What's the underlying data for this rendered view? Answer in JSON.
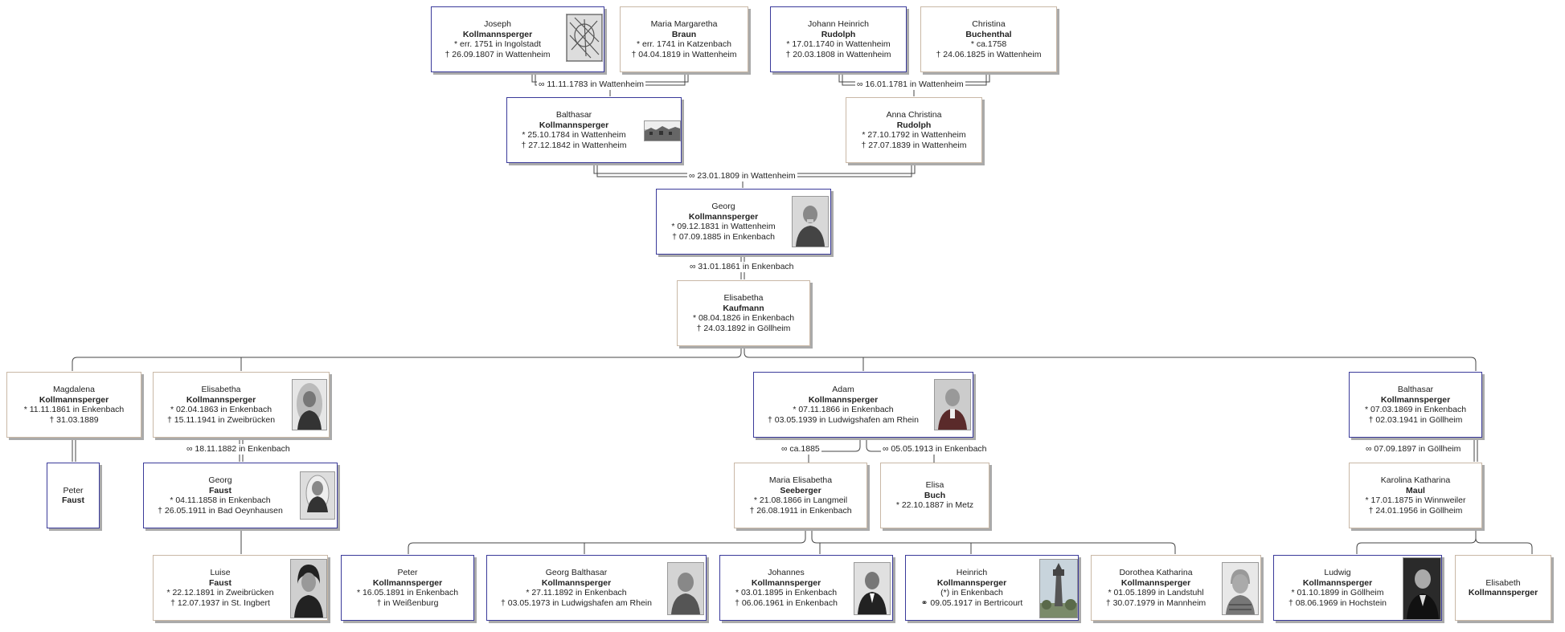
{
  "people": {
    "p1": {
      "given": "Joseph",
      "surname": "Kollmannsperger",
      "birth": "* err. 1751 in Ingolstadt",
      "death": "† 26.09.1807 in Wattenheim",
      "photo": "engraving-portrait"
    },
    "p2": {
      "given": "Maria Margaretha",
      "surname": "Braun",
      "birth": "* err. 1741 in Katzenbach",
      "death": "† 04.04.1819 in Wattenheim"
    },
    "p3": {
      "given": "Johann Heinrich",
      "surname": "Rudolph",
      "birth": "* 17.01.1740 in Wattenheim",
      "death": "† 20.03.1808 in Wattenheim"
    },
    "p4": {
      "given": "Christina",
      "surname": "Buchenthal",
      "birth": "* ca.1758",
      "death": "† 24.06.1825 in Wattenheim"
    },
    "p5": {
      "given": "Balthasar",
      "surname": "Kollmannsperger",
      "birth": "* 25.10.1784 in Wattenheim",
      "death": "† 27.12.1842 in Wattenheim",
      "photo": "village-landscape"
    },
    "p6": {
      "given": "Anna Christina",
      "surname": "Rudolph",
      "birth": "* 27.10.1792 in Wattenheim",
      "death": "† 27.07.1839 in Wattenheim"
    },
    "p7": {
      "given": "Georg",
      "surname": "Kollmannsperger",
      "birth": "* 09.12.1831 in Wattenheim",
      "death": "† 07.09.1885 in Enkenbach",
      "photo": "man-portrait"
    },
    "p8": {
      "given": "Elisabetha",
      "surname": "Kaufmann",
      "birth": "* 08.04.1826 in Enkenbach",
      "death": "† 24.03.1892 in Göllheim"
    },
    "p9": {
      "given": "Magdalena",
      "surname": "Kollmannsperger",
      "birth": "* 11.11.1861 in Enkenbach",
      "death": "† 31.03.1889"
    },
    "p10": {
      "given": "Elisabetha",
      "surname": "Kollmannsperger",
      "birth": "* 02.04.1863 in Enkenbach",
      "death": "† 15.11.1941 in Zweibrücken",
      "photo": "woman-portrait"
    },
    "p11": {
      "given": "Adam",
      "surname": "Kollmannsperger",
      "birth": "* 07.11.1866 in Enkenbach",
      "death": "† 03.05.1939 in Ludwigshafen am Rhein",
      "photo": "man-portrait"
    },
    "p12": {
      "given": "Balthasar",
      "surname": "Kollmannsperger",
      "birth": "* 07.03.1869 in Enkenbach",
      "death": "† 02.03.1941 in Göllheim"
    },
    "p13": {
      "given": "Peter",
      "surname": "Faust"
    },
    "p14": {
      "given": "Georg",
      "surname": "Faust",
      "birth": "* 04.11.1858 in Enkenbach",
      "death": "† 26.05.1911 in Bad Oeynhausen",
      "photo": "man-portrait"
    },
    "p15": {
      "given": "Maria Elisabetha",
      "surname": "Seeberger",
      "birth": "* 21.08.1866 in Langmeil",
      "death": "† 26.08.1911 in Enkenbach"
    },
    "p16": {
      "given": "Elisa",
      "surname": "Buch",
      "birth": "* 22.10.1887 in Metz"
    },
    "p17": {
      "given": "Karolina Katharina",
      "surname": "Maul",
      "birth": "* 17.01.1875 in Winnweiler",
      "death": "† 24.01.1956 in Göllheim"
    },
    "p18": {
      "given": "Luise",
      "surname": "Faust",
      "birth": "* 22.12.1891 in Zweibrücken",
      "death": "† 12.07.1937 in St. Ingbert",
      "photo": "woman-portrait"
    },
    "p19": {
      "given": "Peter",
      "surname": "Kollmannsperger",
      "birth": "* 16.05.1891 in Enkenbach",
      "death": "† in Weißenburg"
    },
    "p20": {
      "given": "Georg Balthasar",
      "surname": "Kollmannsperger",
      "birth": "* 27.11.1892 in Enkenbach",
      "death": "† 03.05.1973 in Ludwigshafen am Rhein",
      "photo": "man-portrait"
    },
    "p21": {
      "given": "Johannes",
      "surname": "Kollmannsperger",
      "birth": "* 03.01.1895 in Enkenbach",
      "death": "† 06.06.1961 in Enkenbach",
      "photo": "man-portrait"
    },
    "p22": {
      "given": "Heinrich",
      "surname": "Kollmannsperger",
      "birth": "(*) in Enkenbach",
      "death": "⚭ 09.05.1917 in Bertricourt",
      "photo": "memorial-tower"
    },
    "p23": {
      "given": "Dorothea Katharina",
      "surname": "Kollmannsperger",
      "birth": "* 01.05.1899 in Landstuhl",
      "death": "† 30.07.1979 in Mannheim",
      "photo": "woman-portrait"
    },
    "p24": {
      "given": "Ludwig",
      "surname": "Kollmannsperger",
      "birth": "* 01.10.1899 in Göllheim",
      "death": "† 08.06.1969 in Hochstein",
      "photo": "man-portrait"
    },
    "p25": {
      "given": "Elisabeth",
      "surname": "Kollmannsperger"
    }
  },
  "marriages": {
    "m1": "∞ 11.11.1783 in Wattenheim",
    "m2": "∞ 16.01.1781 in Wattenheim",
    "m3": "∞ 23.01.1809 in Wattenheim",
    "m4": "∞ 31.01.1861 in Enkenbach",
    "m5": "∞ 18.11.1882 in Enkenbach",
    "m6": "∞ ca.1885",
    "m7": "∞ 05.05.1913 in Enkenbach",
    "m8": "∞ 07.09.1897 in Göllheim"
  },
  "colors": {
    "male_border": "#3a3a9a",
    "female_border": "#c9b8a6",
    "line": "#444444",
    "shadow": "#aaaaaa"
  }
}
